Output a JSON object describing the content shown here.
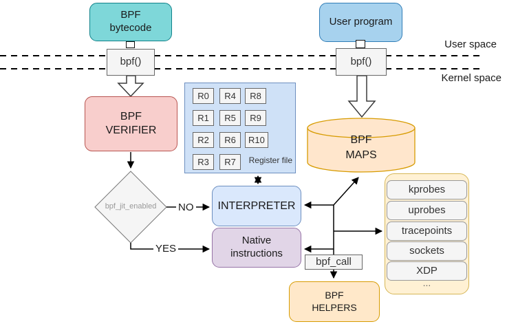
{
  "diagram": {
    "region_labels": {
      "user_space": "User space",
      "kernel_space": "Kernel space"
    },
    "edge_labels": {
      "no": "NO",
      "yes": "YES"
    },
    "nodes": {
      "bpf_bytecode": "BPF\nbytecode",
      "user_program": "User program",
      "bpf_syscall_left": "bpf()",
      "bpf_syscall_right": "bpf()",
      "bpf_verifier": "BPF\nVERIFIER",
      "jit_decision": "bpf_jit_enabled",
      "interpreter": "INTERPRETER",
      "native_instructions": "Native\ninstructions",
      "bpf_maps": "BPF\nMAPS",
      "bpf_call": "bpf_call",
      "bpf_helpers": "BPF\nHELPERS",
      "register_file_label": "Register file",
      "registers": [
        "R0",
        "R1",
        "R2",
        "R3",
        "R4",
        "R5",
        "R6",
        "R7",
        "R8",
        "R9",
        "R10"
      ],
      "hooks": [
        "kprobes",
        "uprobes",
        "tracepoints",
        "sockets",
        "XDP"
      ],
      "hooks_more": "..."
    },
    "colors": {
      "teal_fill": "#7ed7d9",
      "teal_stroke": "#0f8189",
      "blue_fill": "#a7d2ee",
      "blue_stroke": "#2f7cb6",
      "lightblue_fill": "#dae8fc",
      "lightblue_stroke": "#6c8ebf",
      "register_panel_fill": "#cfe1f7",
      "red_fill": "#f8cecc",
      "red_stroke": "#b85450",
      "purple_fill": "#e1d5e7",
      "purple_stroke": "#9673a6",
      "orange_fill": "#ffe6cc",
      "orange_stroke": "#d79b00",
      "hooks_panel_fill": "#fff1d4",
      "hooks_panel_stroke": "#d6b656",
      "gray_fill": "#f5f5f5",
      "gray_stroke": "#666666"
    }
  }
}
